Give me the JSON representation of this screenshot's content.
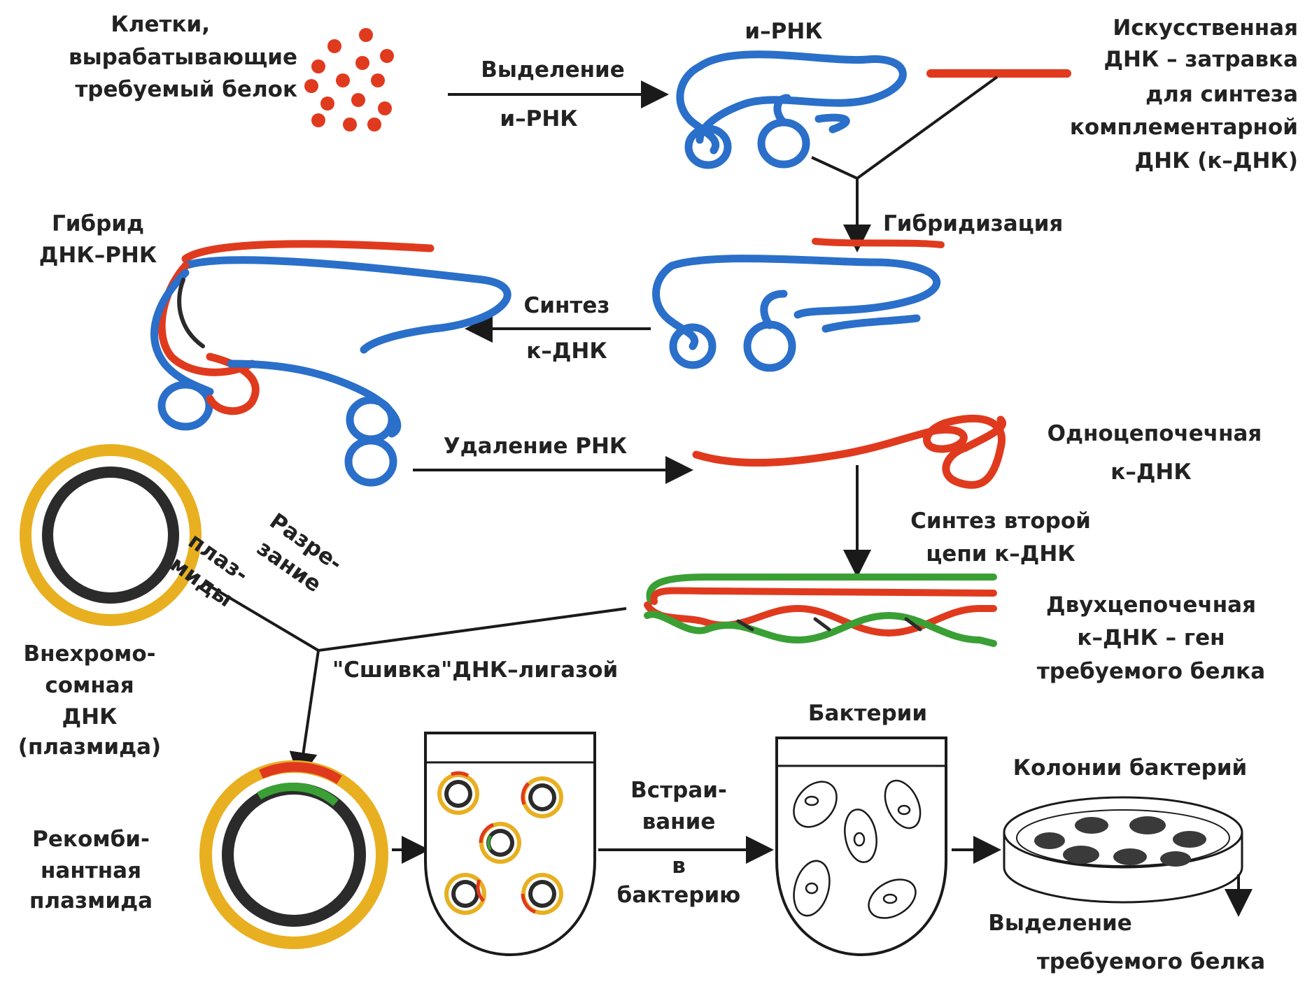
{
  "labels": {
    "cells": [
      "Клетки,",
      "вырабатывающие",
      "требуемый белок"
    ],
    "isolation": [
      "Выделение",
      "и–РНК"
    ],
    "mrna": "и–РНК",
    "primer": [
      "Искусственная",
      "ДНК – затравка",
      "для синтеза",
      "комплементарной",
      "ДНК (к–ДНК)"
    ],
    "hybrid": [
      "Гибрид",
      "ДНК–РНК"
    ],
    "hybridization": "Гибридизация",
    "synthesis": [
      "Синтез",
      "к–ДНК"
    ],
    "removal": "Удаление РНК",
    "single_strand": [
      "Одноцепочечная",
      "к–ДНК"
    ],
    "second_chain": [
      "Синтез второй",
      "цепи к–ДНК"
    ],
    "double_strand": [
      "Двухцепочечная",
      "к–ДНК – ген",
      "требуемого белка"
    ],
    "cutting": [
      "Разре-",
      "зание",
      "плаз-",
      "миды"
    ],
    "plasmid": [
      "Внехромо-",
      "сомная",
      "ДНК",
      "(плазмида)"
    ],
    "ligase": "\"Сшивка\"ДНК–лигазой",
    "recombinant": [
      "Рекомби-",
      "нантная",
      "плазмида"
    ],
    "insertion": [
      "Встраи-",
      "вание",
      "в",
      "бактерию"
    ],
    "bacteria": "Бактерии",
    "colonies": "Колонии бактерий",
    "protein_isolation": [
      "Выделение",
      "требуемого белка"
    ]
  },
  "colors": {
    "rna": "#2a6fc9",
    "dna": "#e03a1e",
    "second_dna": "#3aa035",
    "plasmid_ring": "#e8b020",
    "plasmid_core": "#2b2b2b"
  }
}
